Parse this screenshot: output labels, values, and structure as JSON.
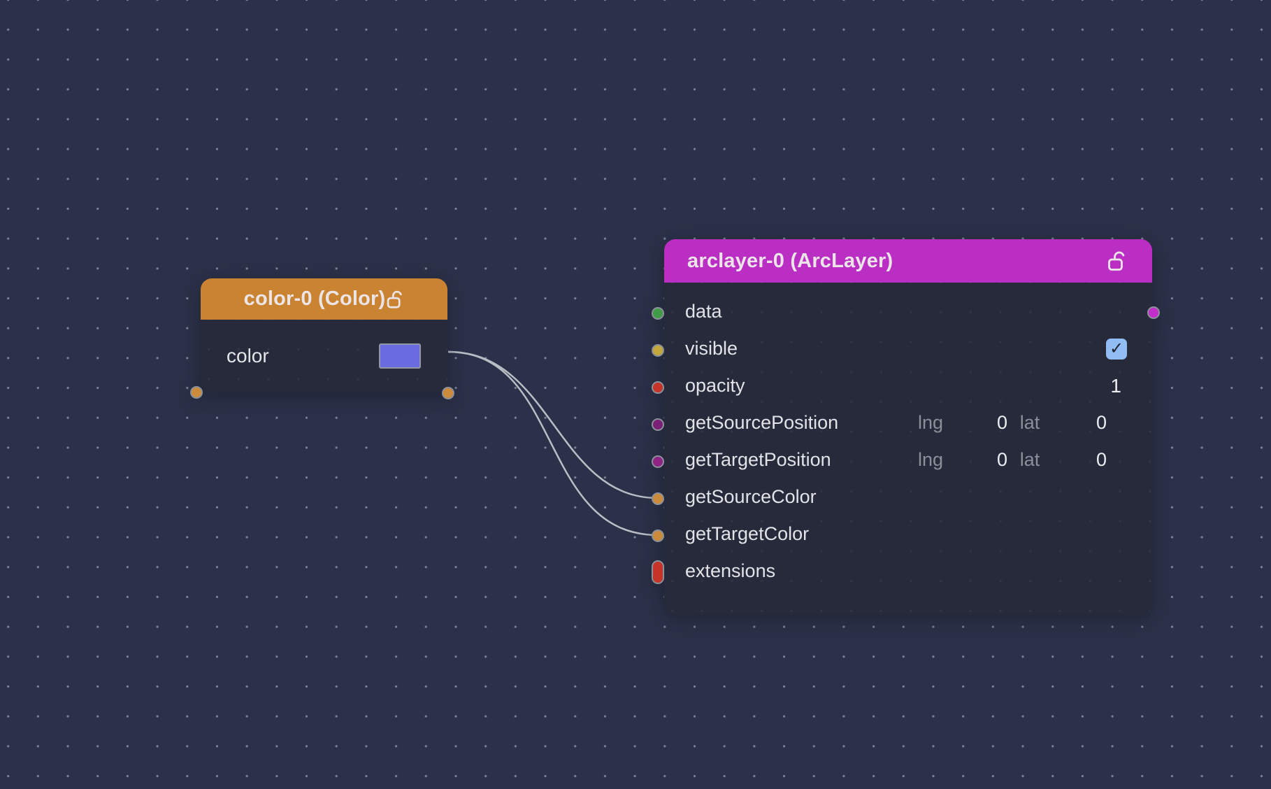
{
  "canvas": {
    "background": "#2b3148",
    "dot_color": "#9aa2b5",
    "wire_color": "#b9bdc5",
    "port_border_color": "#8b909a"
  },
  "nodes": {
    "color0": {
      "title": "color-0 (Color)",
      "header_color": "#ca8330",
      "body_color": "#262a3a",
      "lock_state": "unlocked",
      "row": {
        "label": "color",
        "swatch_color": "#6b6be0"
      },
      "ports": {
        "input_color": "#cc8b3b",
        "output_color": "#cc8b3b"
      }
    },
    "arclayer0": {
      "title": "arclayer-0 (ArcLayer)",
      "header_color": "#bb2ec4",
      "body_color": "#262a3a",
      "lock_state": "unlocked",
      "output_port_color": "#c32dca",
      "rows": [
        {
          "label": "data",
          "port_color": "#3f9e45"
        },
        {
          "label": "visible",
          "port_color": "#c3a83d",
          "checked": true,
          "check_glyph": "✓",
          "checkbox_color": "#92bdf4"
        },
        {
          "label": "opacity",
          "port_color": "#c43428",
          "value": "1"
        },
        {
          "label": "getSourcePosition",
          "port_color": "#7c2077",
          "lng_label": "lng",
          "lng_value": "0",
          "lat_label": "lat",
          "lat_value": "0"
        },
        {
          "label": "getTargetPosition",
          "port_color": "#8f2384",
          "lng_label": "lng",
          "lng_value": "0",
          "lat_label": "lat",
          "lat_value": "0"
        },
        {
          "label": "getSourceColor",
          "port_color": "#cc8b3b"
        },
        {
          "label": "getTargetColor",
          "port_color": "#cc8b3b"
        },
        {
          "label": "extensions",
          "port_color": "#c43428"
        }
      ]
    }
  },
  "wires": [
    {
      "from": "color-0.color",
      "to": "arclayer-0.getSourceColor"
    },
    {
      "from": "color-0.color",
      "to": "arclayer-0.getTargetColor"
    }
  ]
}
